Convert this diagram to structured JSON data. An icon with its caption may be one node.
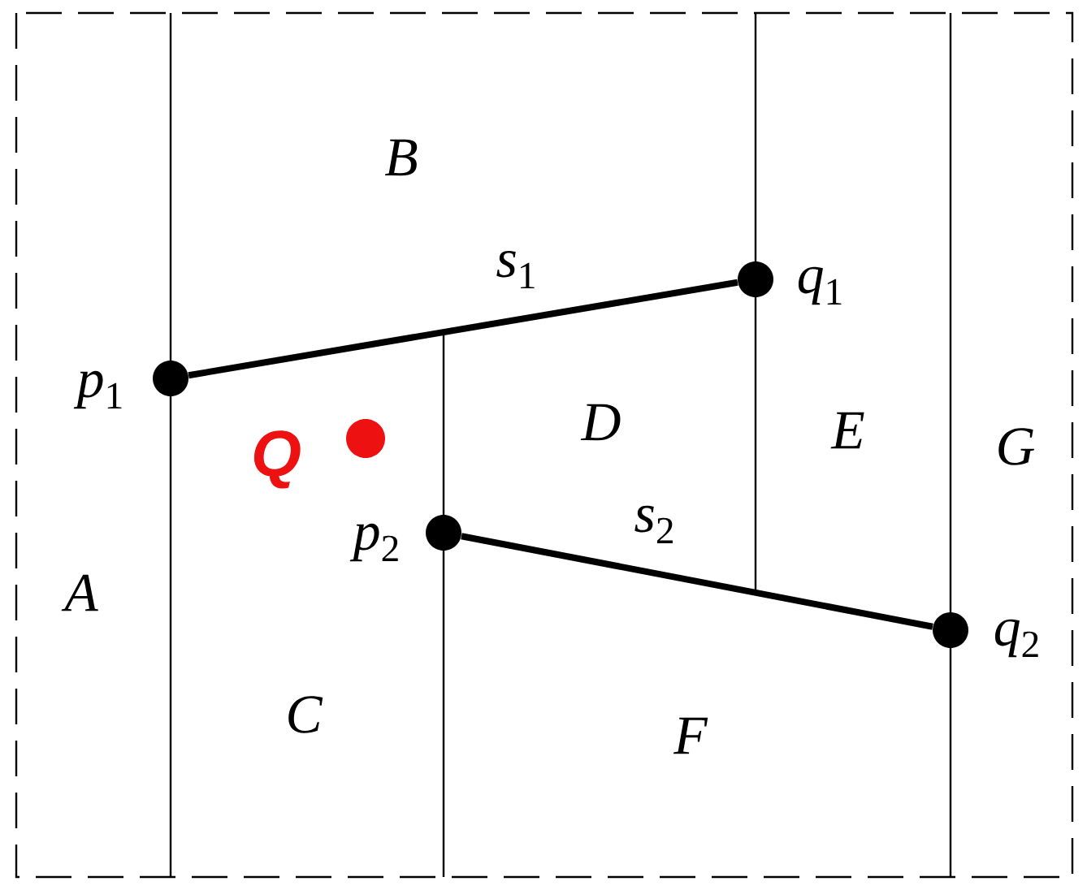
{
  "diagram": {
    "nodes": [
      {
        "text": [],
        "shape": "circle",
        "beside": [
          "*q*$_{1}$"
        ]
      },
      {
        "text": [],
        "shape": "circle",
        "beside": [
          "*p*$_{1}$"
        ]
      },
      {
        "text": [],
        "shape": "circle",
        "beside": [
          "Q"
        ]
      },
      {
        "text": [],
        "shape": "circle",
        "beside": [
          "*p*$_{2}$"
        ]
      },
      {
        "text": [],
        "shape": "circle",
        "beside": [
          "*q*$_{2}$"
        ]
      }
    ],
    "edges": [
      {
        "from": 1,
        "to": 0,
        "arrow": "none",
        "label": "*s*$_{1}$"
      },
      {
        "from": 3,
        "to": 4,
        "arrow": "none",
        "label": "*s*$_{2}$"
      }
    ],
    "labels": [
      "B",
      "D",
      "E",
      "G",
      "A",
      "C",
      "F"
    ]
  }
}
